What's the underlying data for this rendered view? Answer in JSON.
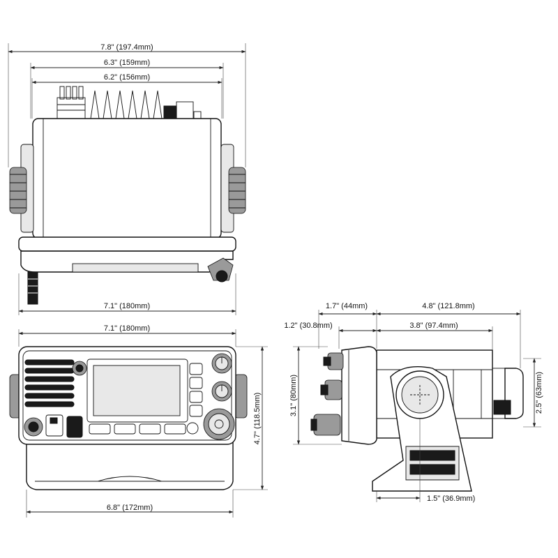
{
  "dimensions": {
    "top_overall_width": "7.8\" (197.4mm)",
    "top_connector_width": "6.3\" (159mm)",
    "top_body_width": "6.2\" (156mm)",
    "top_bracket_width": "7.1\" (180mm)",
    "front_width": "7.1\" (180mm)",
    "front_height": "4.7\" (118.5mm)",
    "front_bracket_width": "6.8\" (172mm)",
    "side_knob_depth": "1.7\" (44mm)",
    "side_total_depth": "4.8\" (121.8mm)",
    "side_front_depth": "1.2\" (30.8mm)",
    "side_body_depth": "3.8\" (97.4mm)",
    "side_height": "3.1\" (80mm)",
    "side_rear_height": "2.5\" (63mm)",
    "side_bracket_depth": "1.5\" (36.9mm)"
  }
}
